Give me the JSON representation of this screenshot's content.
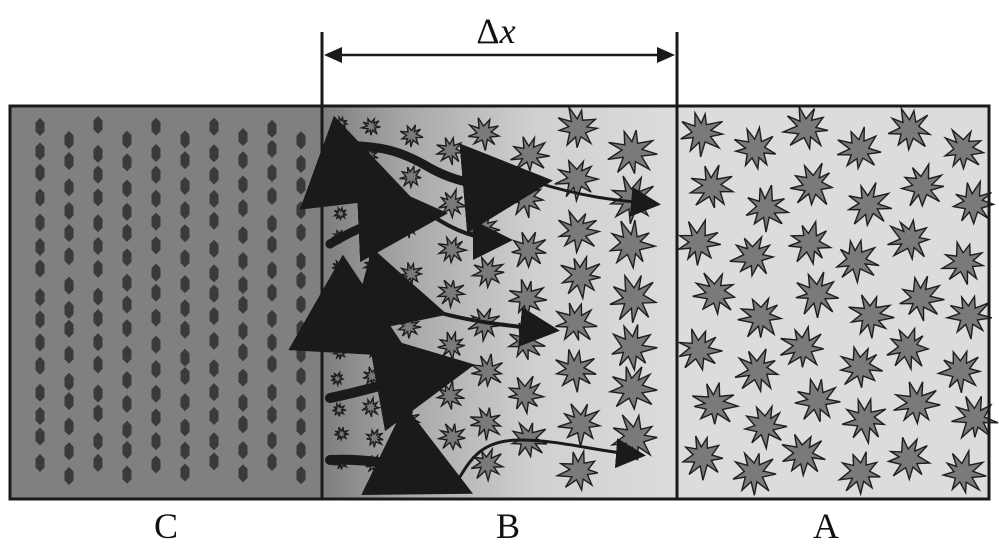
{
  "diagram": {
    "width_label": {
      "symbol": "Δ",
      "variable": "x"
    },
    "regions": [
      {
        "id": "C",
        "label": "C"
      },
      {
        "id": "B",
        "label": "B"
      },
      {
        "id": "A",
        "label": "A"
      }
    ],
    "colors": {
      "region_c_fill": "#808080",
      "region_a_fill": "#dcdcdc",
      "particle_fill": "#7a7a7a",
      "particle_stroke": "#1e1e1e",
      "outline": "#1a1a1a",
      "arrow": "#1a1a1a"
    },
    "icons": {
      "region_c_particles": "hexagon-dot-icon",
      "region_a_particles": "spiky-star-icon",
      "region_b_flow": "flow-arrow-icon"
    }
  }
}
